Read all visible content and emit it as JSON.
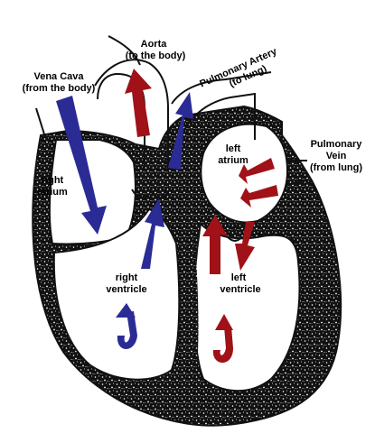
{
  "labels": {
    "aorta": [
      "Aorta",
      "(to the body)"
    ],
    "vena_cava": [
      "Vena Cava",
      "(from the body)"
    ],
    "pulmonary_artery": [
      "Pulmonary Artery",
      "(to lung)"
    ],
    "pulmonary_vein": [
      "Pulmonary",
      "Vein",
      "(from lung)"
    ],
    "right_atrium": [
      "right",
      "atrium"
    ],
    "left_atrium": [
      "left",
      "atrium"
    ],
    "right_ventricle": [
      "right",
      "ventricle"
    ],
    "left_ventricle": [
      "left",
      "ventricle"
    ]
  },
  "colors": {
    "deoxygenated": "#2b2b96",
    "oxygenated": "#a01218",
    "outline": "#111111",
    "muscle_speckle": "#ffffff",
    "background": "#ffffff"
  }
}
